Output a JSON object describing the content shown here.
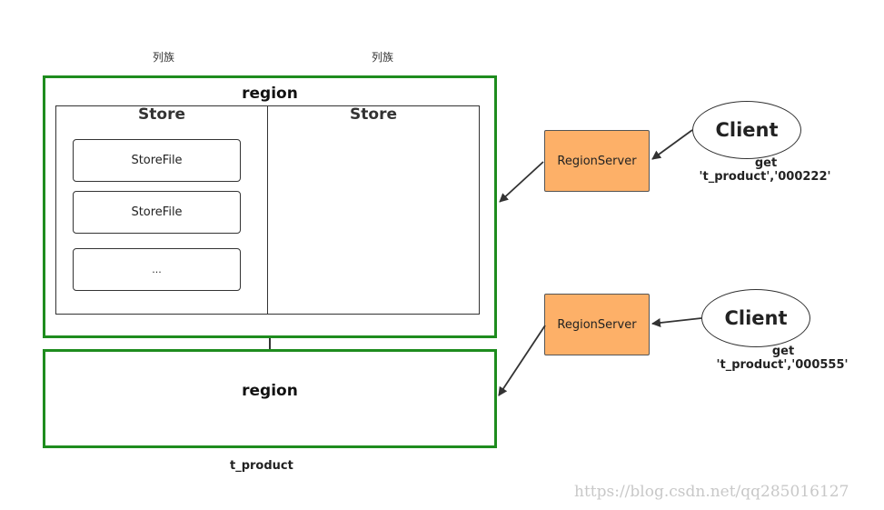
{
  "column_family_labels": [
    "列族",
    "列族"
  ],
  "regions": [
    {
      "title": "region",
      "stores": [
        {
          "title": "Store",
          "files": [
            "StoreFile",
            "StoreFile",
            "..."
          ]
        },
        {
          "title": "Store",
          "files": []
        }
      ]
    },
    {
      "title": "region"
    }
  ],
  "table_caption": "t_product",
  "region_servers": [
    "RegionServer",
    "RegionServer"
  ],
  "clients": [
    {
      "label": "Client",
      "query_line1": "get",
      "query_line2": "'t_product','000222'"
    },
    {
      "label": "Client",
      "query_line1": "get",
      "query_line2": "'t_product','000555'"
    }
  ],
  "watermark": "https://blog.csdn.net/qq285016127",
  "colors": {
    "region_border": "#1e8c1e",
    "region_server_fill": "#fdb068"
  }
}
